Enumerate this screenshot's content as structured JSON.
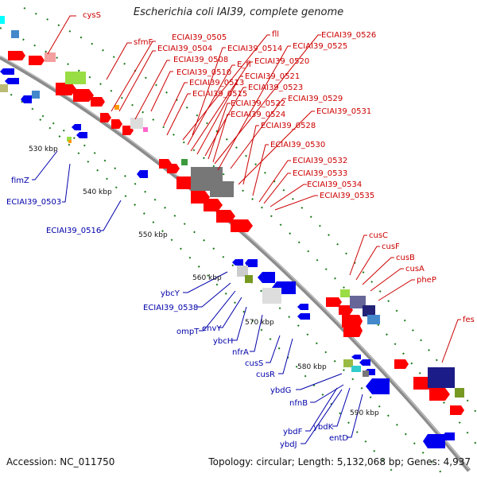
{
  "title": "Escherichia coli IAI39, complete genome",
  "accession_text": "Accession: NC_011750",
  "summary_text": "Topology: circular; Length: 5,132,068 bp; Genes: 4,937",
  "kbp_ticks": [
    "530 kbp",
    "540 kbp",
    "550 kbp",
    "560 kbp",
    "570 kbp",
    "580 kbp",
    "590 kbp"
  ],
  "red_labels": [
    "cysS",
    "sfmF",
    "ECIAI39_0505",
    "ECIAI39_0504",
    "ECIAI39_0508",
    "ECIAI39_0510",
    "ECIAI39_0513",
    "ECIAI39_0515",
    "fll",
    "ECIAI39_0514",
    "E_fl",
    "ECIAI39_0520",
    "ECIAI39_0521",
    "ECIAI39_0523",
    "ECIAI39_0522",
    "ECIAI39_0524",
    "ECIAI39_0526",
    "ECIAI39_0525",
    "ECIAI39_0529",
    "ECIAI39_0531",
    "ECIAI39_0528",
    "ECIAI39_0530",
    "ECIAI39_0532",
    "ECIAI39_0533",
    "ECIAI39_0534",
    "ECIAI39_0535",
    "cusC",
    "cusF",
    "cusB",
    "cusA",
    "pheP",
    "fes"
  ],
  "blue_labels": [
    "fimZ",
    "ECIAI39_0503",
    "ECIAI39_0516",
    "ybcY",
    "ECIAI39_0538",
    "ompT",
    "envY",
    "ybcH",
    "nfrA",
    "cusS",
    "cusR",
    "ybdG",
    "nfnB",
    "ybdF",
    "ybdJ",
    "ybdK",
    "entD"
  ],
  "colors": {
    "forward_gene": "#ff0000",
    "reverse_gene": "#0000ff",
    "backbone": "#8c8c8c",
    "tick_green": "#1a7a1a",
    "red_label": "#cc0000",
    "blue_label": "#0000aa"
  }
}
